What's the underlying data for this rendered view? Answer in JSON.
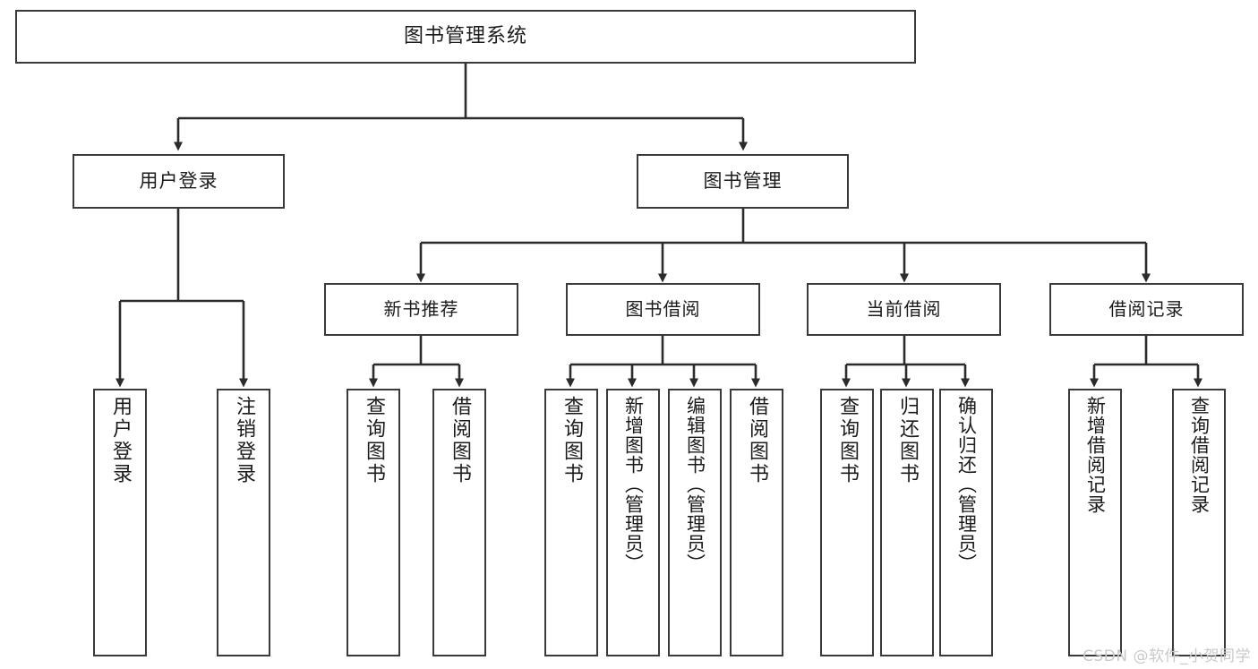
{
  "diagram": {
    "type": "tree",
    "title": "图书管理系统",
    "root": {
      "label": "图书管理系统"
    },
    "level1": [
      {
        "label": "用户登录"
      },
      {
        "label": "图书管理"
      }
    ],
    "level2": [
      {
        "label": "新书推荐"
      },
      {
        "label": "图书借阅"
      },
      {
        "label": "当前借阅"
      },
      {
        "label": "借阅记录"
      }
    ],
    "leaves": {
      "user_login": [
        {
          "label": "用户登录"
        },
        {
          "label": "注销登录"
        }
      ],
      "new_book_recommend": [
        {
          "label": "查询图书"
        },
        {
          "label": "借阅图书"
        }
      ],
      "book_borrow": [
        {
          "label": "查询图书"
        },
        {
          "label": "新增图书（管理员）"
        },
        {
          "label": "编辑图书（管理员）"
        },
        {
          "label": "借阅图书"
        }
      ],
      "current_borrow": [
        {
          "label": "查询图书"
        },
        {
          "label": "归还图书"
        },
        {
          "label": "确认归还（管理员）"
        }
      ],
      "borrow_record": [
        {
          "label": "新增借阅记录"
        },
        {
          "label": "查询借阅记录"
        }
      ]
    }
  },
  "watermark": {
    "text": "CSDN @软件_小贺同学"
  },
  "colors": {
    "box_border": "#3a3a3a",
    "box_fill": "#ffffff",
    "connector": "#2b2b2b",
    "text": "#1b1b1b",
    "watermark": "#c9c9c9"
  }
}
